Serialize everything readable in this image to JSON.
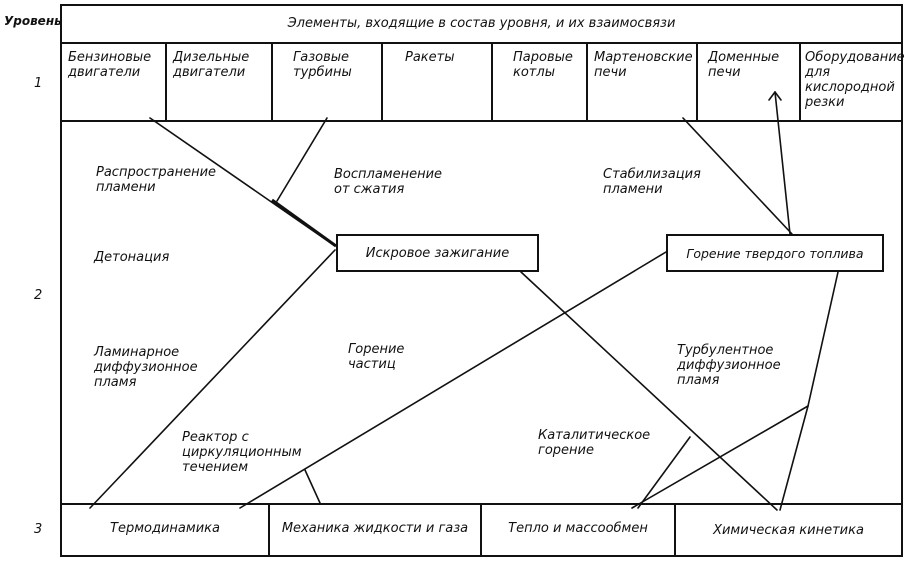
{
  "header": {
    "level_label": "Уровень",
    "title": "Элементы, входящие в состав уровня, и их взаимосвязи"
  },
  "levels": [
    "1",
    "2",
    "3"
  ],
  "level1": [
    "Бензиновые двигатели",
    "Дизельные двигатели",
    "Газовые турбины",
    "Ракеты",
    "Паровые котлы",
    "Мартеновские печи",
    "Доменные печи",
    "Оборудование для кислородной резки"
  ],
  "level2": {
    "propagation": "Распространение пламени",
    "detonation": "Детонация",
    "laminar": "Ламинарное диффузионное пламя",
    "compression_ignition": "Воспламенение от сжатия",
    "spark_ignition": "Искровое зажигание",
    "particles": "Горение частиц",
    "flame_stabilization": "Стабилизация пламени",
    "solid_fuel": "Горение твердого топлива",
    "turbulent": "Турбулентное диффузионное пламя",
    "reactor": "Реактор с циркуляционным течением",
    "catalytic": "Каталитическое горение"
  },
  "level3": [
    "Термодинамика",
    "Механика жидкости и газа",
    "Тепло и массообмен",
    "Химическая кинетика"
  ]
}
